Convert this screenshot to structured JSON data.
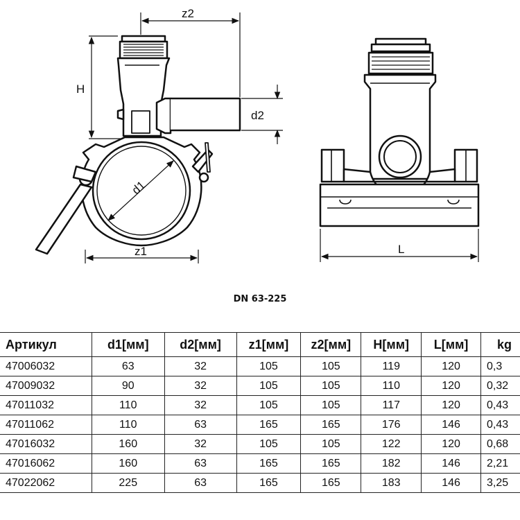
{
  "drawing": {
    "labels": {
      "z2": "z2",
      "H": "H",
      "d2": "d2",
      "d1": "d1",
      "z1": "z1",
      "L": "L"
    }
  },
  "caption": "DN 63-225",
  "table": {
    "headers": [
      "Артикул",
      "d1[мм]",
      "d2[мм]",
      "z1[мм]",
      "z2[мм]",
      "H[мм]",
      "L[мм]",
      "kg"
    ],
    "rows": [
      [
        "47006032",
        "63",
        "32",
        "105",
        "105",
        "119",
        "120",
        "0,3"
      ],
      [
        "47009032",
        "90",
        "32",
        "105",
        "105",
        "110",
        "120",
        "0,32"
      ],
      [
        "47011032",
        "110",
        "32",
        "105",
        "105",
        "117",
        "120",
        "0,43"
      ],
      [
        "47011062",
        "110",
        "63",
        "165",
        "165",
        "176",
        "146",
        "0,43"
      ],
      [
        "47016032",
        "160",
        "32",
        "105",
        "105",
        "122",
        "120",
        "0,68"
      ],
      [
        "47016062",
        "160",
        "63",
        "165",
        "165",
        "182",
        "146",
        "2,21"
      ],
      [
        "47022062",
        "225",
        "63",
        "165",
        "165",
        "183",
        "146",
        "3,25"
      ]
    ]
  }
}
